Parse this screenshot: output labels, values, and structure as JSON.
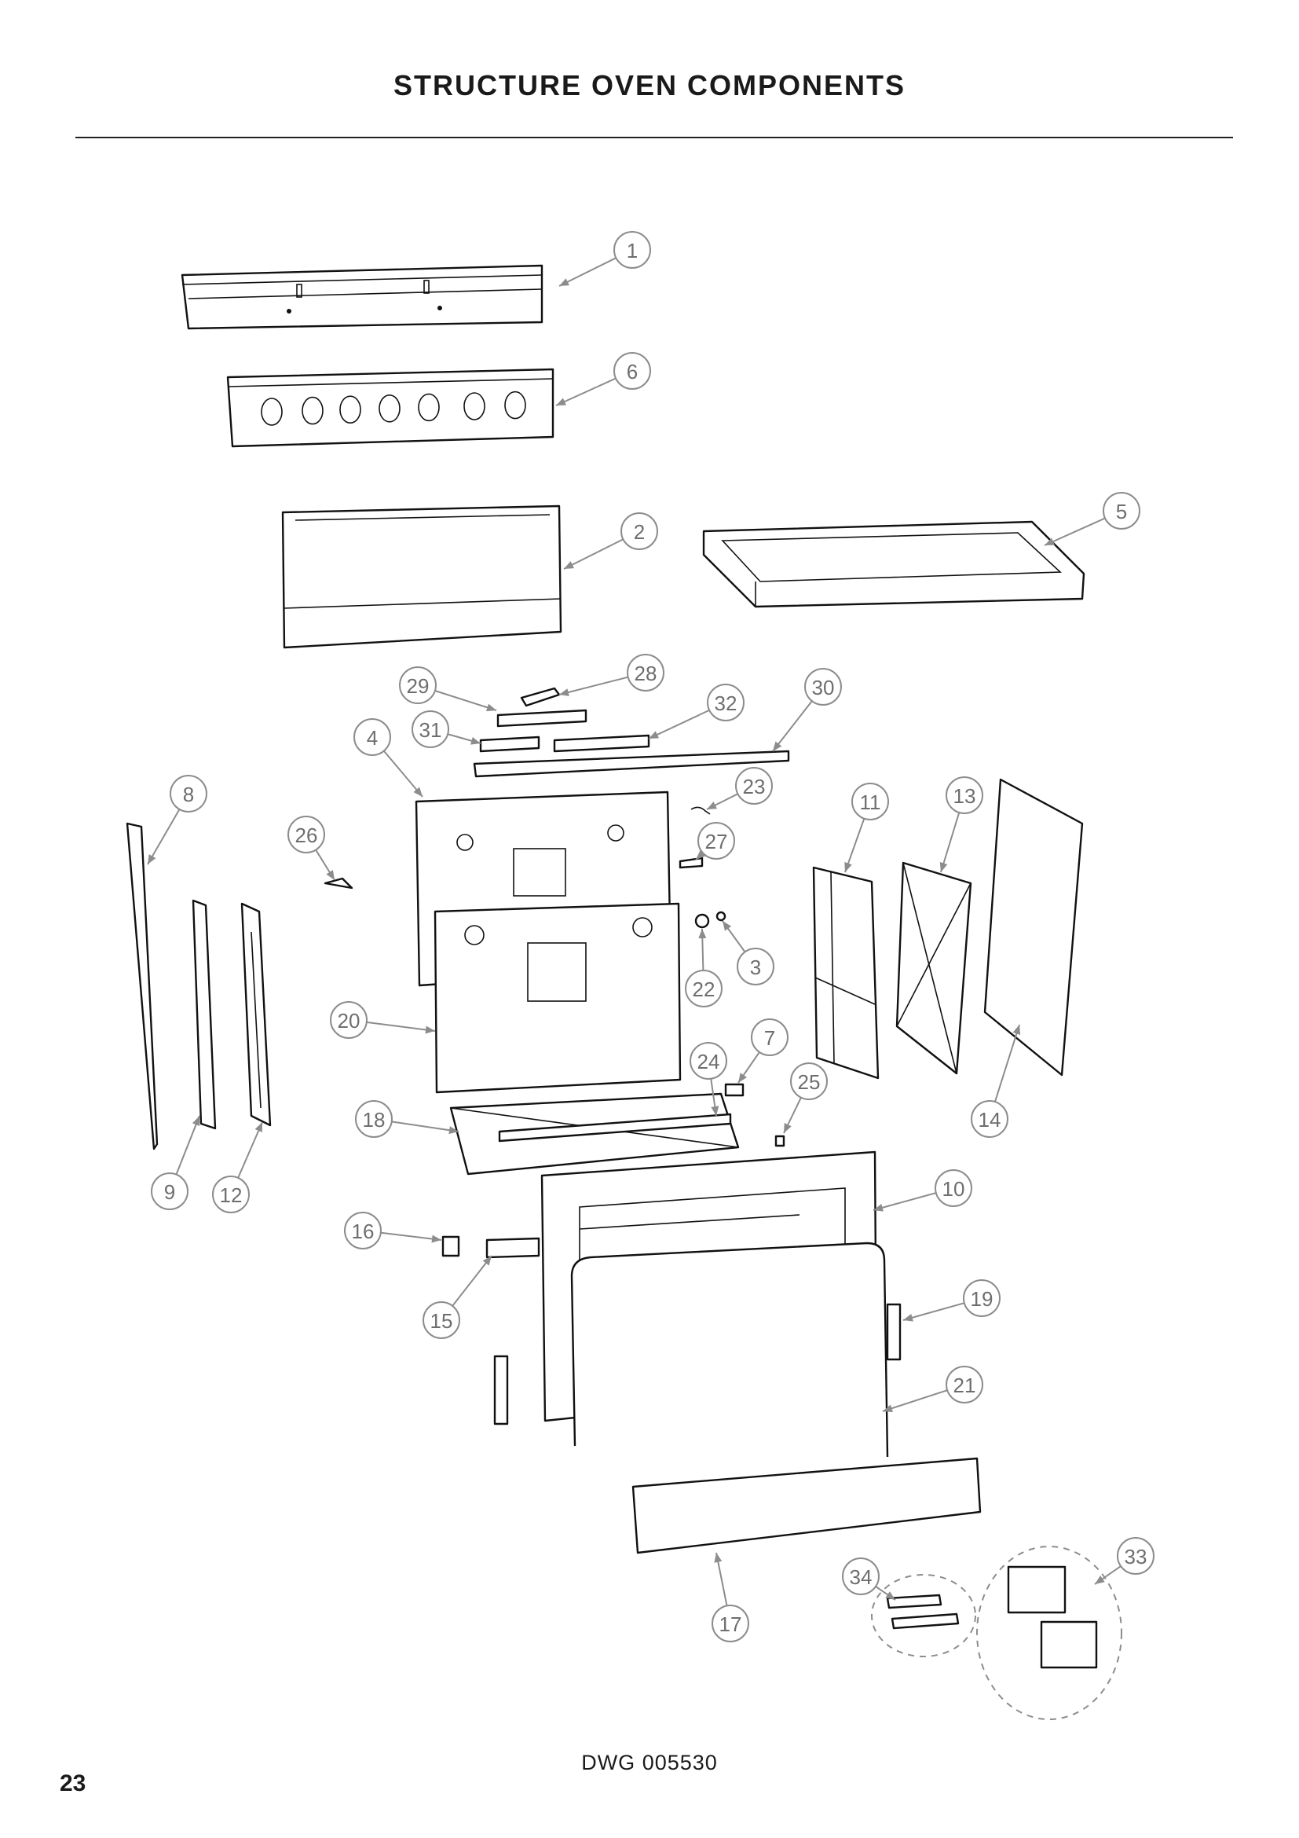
{
  "header": {
    "title": "STRUCTURE OVEN COMPONENTS"
  },
  "footer": {
    "drawing_number": "DWG 005530",
    "page_number": "23"
  },
  "callouts": [
    "1",
    "2",
    "3",
    "4",
    "5",
    "6",
    "7",
    "8",
    "9",
    "10",
    "11",
    "12",
    "13",
    "14",
    "15",
    "16",
    "17",
    "19",
    "18",
    "20",
    "21",
    "22",
    "23",
    "24",
    "25",
    "26",
    "27",
    "28",
    "29",
    "30",
    "31",
    "32",
    "33",
    "34"
  ],
  "colors": {
    "line": "#111111",
    "callout": "#8c8c8c",
    "text": "#1a1a1a"
  }
}
